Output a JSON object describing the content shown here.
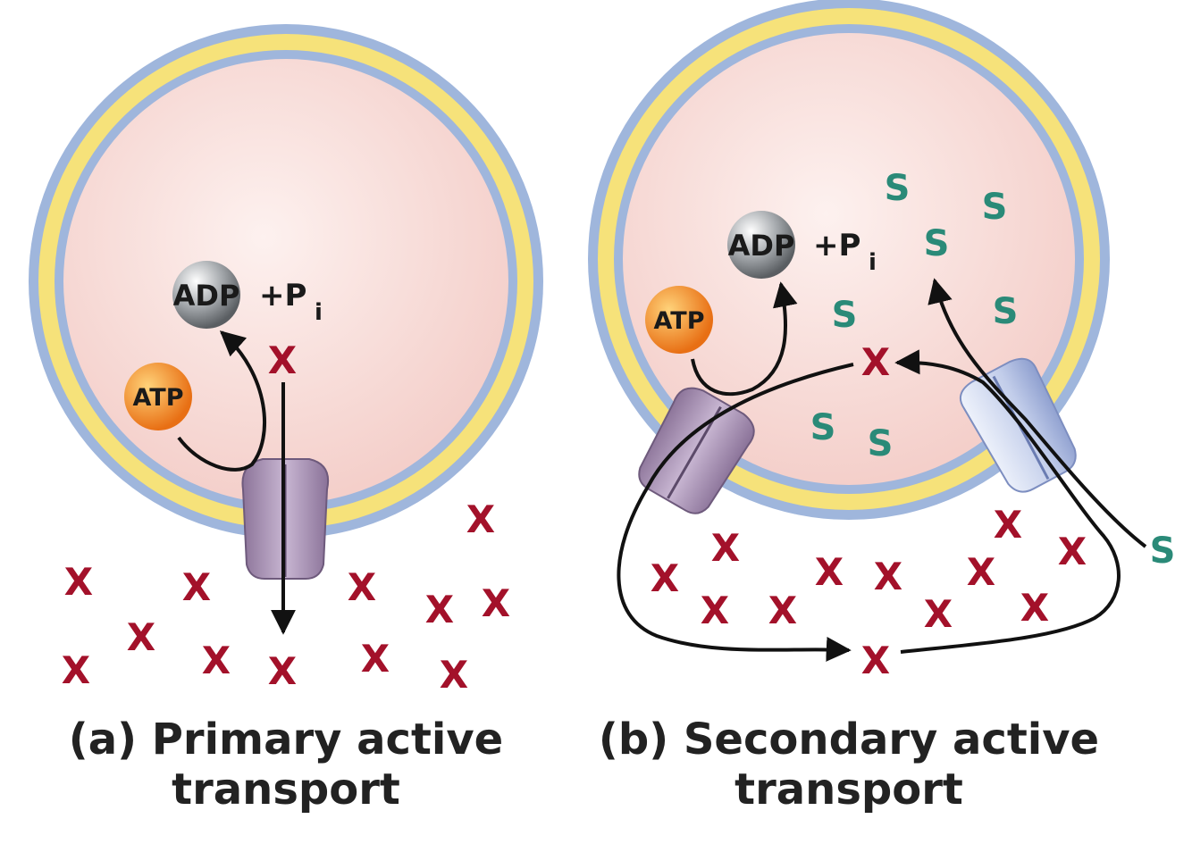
{
  "panel_a": {
    "caption_line1": "(a) Primary active",
    "caption_line2": "transport",
    "atp_label": "ATP",
    "adp_label": "ADP",
    "pi_label": "+P",
    "pi_subscript": "i",
    "solute_x_label": "X"
  },
  "panel_b": {
    "caption_line1": "(b) Secondary active",
    "caption_line2": "transport",
    "atp_label": "ATP",
    "adp_label": "ADP",
    "pi_label": "+P",
    "pi_subscript": "i",
    "solute_x_label": "X",
    "solute_s_label": "S"
  },
  "colors": {
    "cytoplasm": "#f8dcd8",
    "membrane_outer": "#9fb6dc",
    "membrane_core": "#f6e27a",
    "solute_x": "#a3112a",
    "solute_s": "#2a8a78",
    "atp_orange": "#f0902a",
    "adp_grey": "#8a8e92",
    "pump_purple": "#a992b6",
    "cotransporter_blue": "#c6d0ea",
    "arrow": "#111111",
    "caption": "#222222"
  }
}
